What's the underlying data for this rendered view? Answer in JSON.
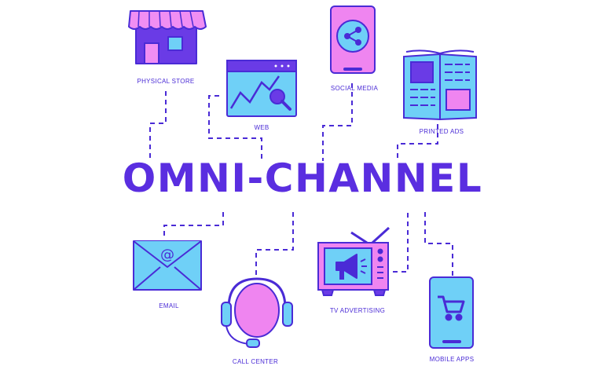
{
  "title": "OMNI-CHANNEL",
  "channels": {
    "physical_store": "PHYSICAL STORE",
    "web": "WEB",
    "social_media": "SOCIAL MEDIA",
    "printed_ads": "PRINTED ADS",
    "email": "EMAIL",
    "call_center": "CALL CENTER",
    "tv_advertising": "TV ADVERTISING",
    "mobile_apps": "MOBILE APPS"
  },
  "colors": {
    "primary": "#5a2ee0",
    "outline": "#4a2bd6",
    "pink": "#ef85f0",
    "blue": "#6fd0f7"
  }
}
